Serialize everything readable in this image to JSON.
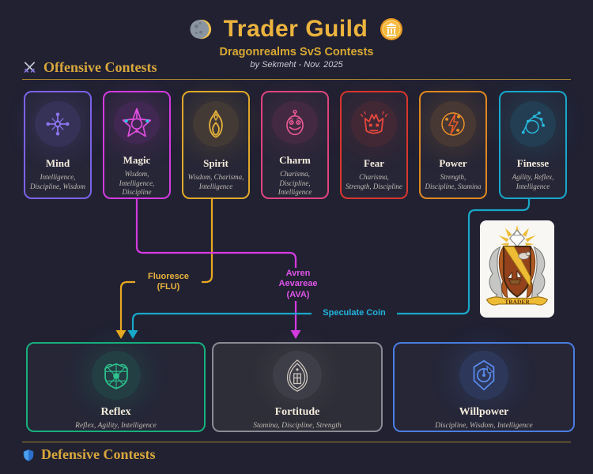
{
  "header": {
    "title": "Trader Guild",
    "subtitle": "Dragonrealms SvS Contests",
    "byline": "by Sekmeht -  Nov. 2025"
  },
  "sections": {
    "offensive": {
      "label": "Offensive Contests"
    },
    "defensive": {
      "label": "Defensive Contests"
    }
  },
  "offensive_cards": [
    {
      "name": "Mind",
      "stats": "Intelligence, Discipline, Wisdom",
      "color": "#7c62e8",
      "icon": "mind-network-icon"
    },
    {
      "name": "Magic",
      "stats": "Wisdom, Intelligence, Discipline",
      "color": "#d43ae0",
      "icon": "pentagram-icon"
    },
    {
      "name": "Spirit",
      "stats": "Wisdom, Charisma, Intelligence",
      "color": "#e0a92a",
      "icon": "flame-icon"
    },
    {
      "name": "Charm",
      "stats": "Charisma, Discipline, Intelligence",
      "color": "#e0447e",
      "icon": "smiling-face-icon"
    },
    {
      "name": "Fear",
      "stats": "Charisma, Strength, Discipline",
      "color": "#d8372e",
      "icon": "scared-face-icon"
    },
    {
      "name": "Power",
      "stats": "Strength, Discipline, Stamina",
      "color": "#e08820",
      "icon": "lightning-circle-icon"
    },
    {
      "name": "Finesse",
      "stats": "Agility, Reflex, Intelligence",
      "color": "#18a8cc",
      "icon": "constellation-icon"
    }
  ],
  "defensive_cards": [
    {
      "name": "Reflex",
      "stats": "Reflex, Agility, Intelligence",
      "color": "#16b07c",
      "icon": "shield-web-icon"
    },
    {
      "name": "Fortitude",
      "stats": "Stamina, Discipline, Strength",
      "color": "#8a8a94",
      "icon": "tower-vesica-icon"
    },
    {
      "name": "Willpower",
      "stats": "Discipline, Wisdom, Intelligence",
      "color": "#4a7de0",
      "icon": "gem-clock-icon"
    }
  ],
  "connections": [
    {
      "label": "Fluoresce (FLU)",
      "from": "Spirit",
      "to": "Reflex",
      "color": "#e8a820"
    },
    {
      "label": "Avren Aevareae (AVA)",
      "from": "Magic",
      "to": "Fortitude",
      "color": "#d43ae0"
    },
    {
      "label": "Speculate Coin",
      "from": "Finesse",
      "to": "Reflex",
      "color": "#18a8c8"
    }
  ],
  "crest": {
    "ribbon_text": "TRADER"
  }
}
